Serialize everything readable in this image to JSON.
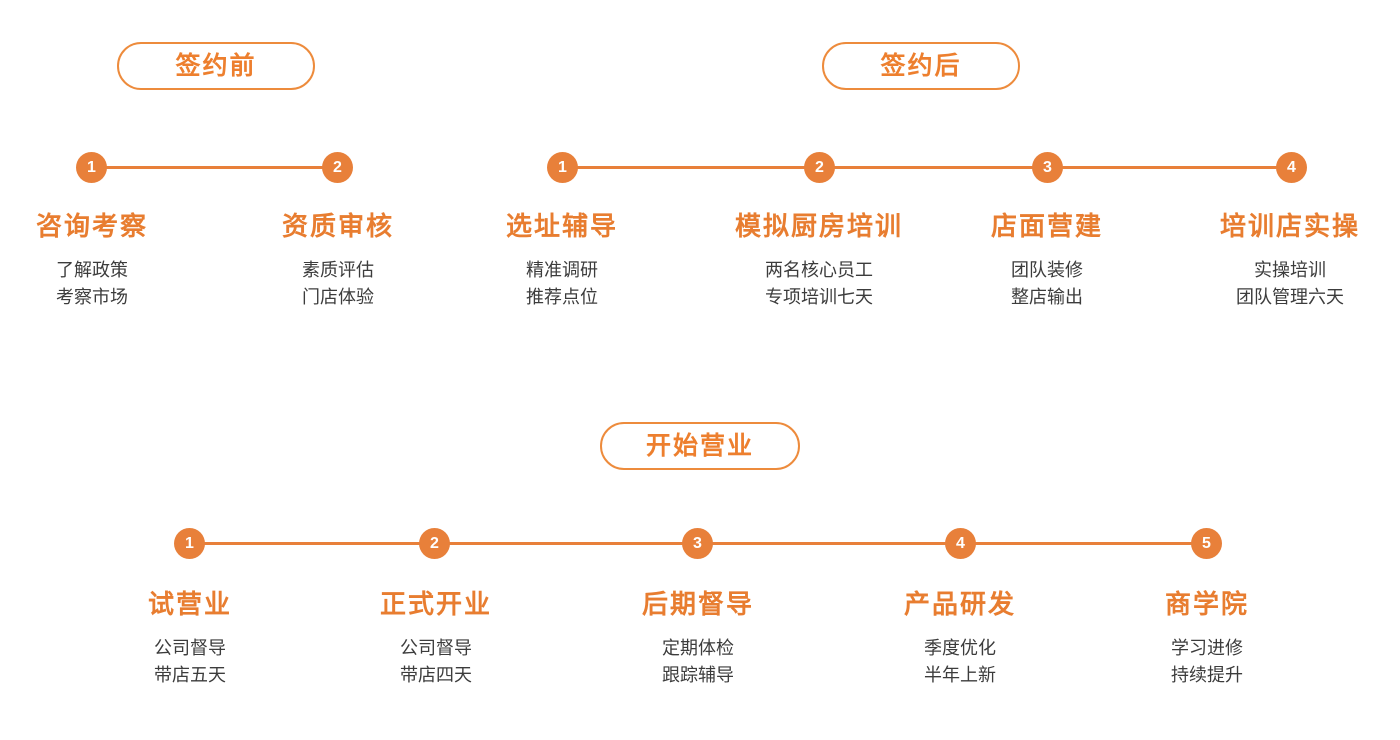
{
  "theme": {
    "accent": "#e8803a",
    "accent_text": "#e87d30",
    "badge_border": "#ed8b3c",
    "badge_text": "#ed7f2e",
    "body_text": "#3c3c3c",
    "background": "#ffffff"
  },
  "sections": [
    {
      "id": "pre-signing",
      "badge_label": "签约前",
      "steps": [
        {
          "number": "1",
          "title": "咨询考察",
          "lines": [
            "了解政策",
            "考察市场"
          ]
        },
        {
          "number": "2",
          "title": "资质审核",
          "lines": [
            "素质评估",
            "门店体验"
          ]
        }
      ]
    },
    {
      "id": "post-signing",
      "badge_label": "签约后",
      "steps": [
        {
          "number": "1",
          "title": "选址辅导",
          "lines": [
            "精准调研",
            "推荐点位"
          ]
        },
        {
          "number": "2",
          "title": "模拟厨房培训",
          "lines": [
            "两名核心员工",
            "专项培训七天"
          ]
        },
        {
          "number": "3",
          "title": "店面营建",
          "lines": [
            "团队装修",
            "整店输出"
          ]
        },
        {
          "number": "4",
          "title": "培训店实操",
          "lines": [
            "实操培训",
            "团队管理六天"
          ]
        }
      ]
    },
    {
      "id": "operating",
      "badge_label": "开始营业",
      "steps": [
        {
          "number": "1",
          "title": "试营业",
          "lines": [
            "公司督导",
            "带店五天"
          ]
        },
        {
          "number": "2",
          "title": "正式开业",
          "lines": [
            "公司督导",
            "带店四天"
          ]
        },
        {
          "number": "3",
          "title": "后期督导",
          "lines": [
            "定期体检",
            "跟踪辅导"
          ]
        },
        {
          "number": "4",
          "title": "产品研发",
          "lines": [
            "季度优化",
            "半年上新"
          ]
        },
        {
          "number": "5",
          "title": "商学院",
          "lines": [
            "学习进修",
            "持续提升"
          ]
        }
      ]
    }
  ]
}
